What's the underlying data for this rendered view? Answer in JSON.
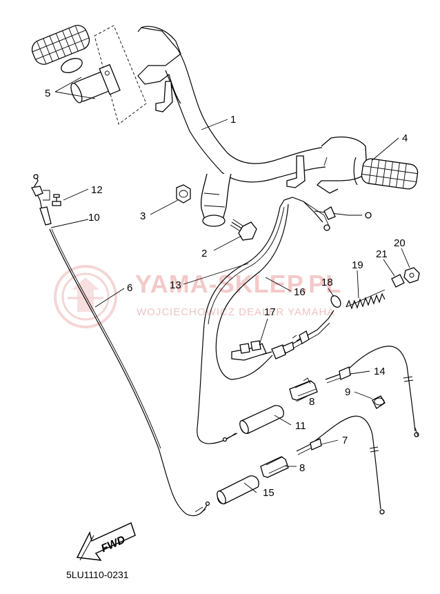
{
  "watermark": {
    "title": "YAMA-SKLEP.PL",
    "subtitle": "WOJCIECHOWICZ DEALER YAMAHA"
  },
  "diagram_code": "5LU1110-0231",
  "direction_arrow": "FWD",
  "callouts": {
    "c1": "1",
    "c2": "2",
    "c3": "3",
    "c4": "4",
    "c5": "5",
    "c6": "6",
    "c7": "7",
    "c8a": "8",
    "c8b": "8",
    "c9": "9",
    "c10": "10",
    "c11": "11",
    "c12": "12",
    "c13": "13",
    "c14": "14",
    "c15": "15",
    "c16": "16",
    "c17": "17",
    "c18": "18",
    "c19": "19",
    "c20": "20",
    "c21": "21"
  },
  "parts": [
    {
      "ref": "1",
      "name": "handlebar"
    },
    {
      "ref": "2",
      "name": "bolt"
    },
    {
      "ref": "3",
      "name": "nut"
    },
    {
      "ref": "4",
      "name": "right-grip"
    },
    {
      "ref": "5",
      "name": "left-grip-assembly"
    },
    {
      "ref": "6",
      "name": "throttle-cable"
    },
    {
      "ref": "7",
      "name": "brake-cable"
    },
    {
      "ref": "8",
      "name": "cable-joint"
    },
    {
      "ref": "9",
      "name": "cap"
    },
    {
      "ref": "10",
      "name": "cable-end"
    },
    {
      "ref": "11",
      "name": "cable-boot"
    },
    {
      "ref": "12",
      "name": "screw"
    },
    {
      "ref": "13",
      "name": "cable"
    },
    {
      "ref": "14",
      "name": "cable"
    },
    {
      "ref": "15",
      "name": "cable-boot"
    },
    {
      "ref": "16",
      "name": "cable"
    },
    {
      "ref": "17",
      "name": "clamp"
    },
    {
      "ref": "18",
      "name": "o-ring"
    },
    {
      "ref": "19",
      "name": "spring"
    },
    {
      "ref": "20",
      "name": "adjuster-nut"
    },
    {
      "ref": "21",
      "name": "adjuster"
    }
  ]
}
